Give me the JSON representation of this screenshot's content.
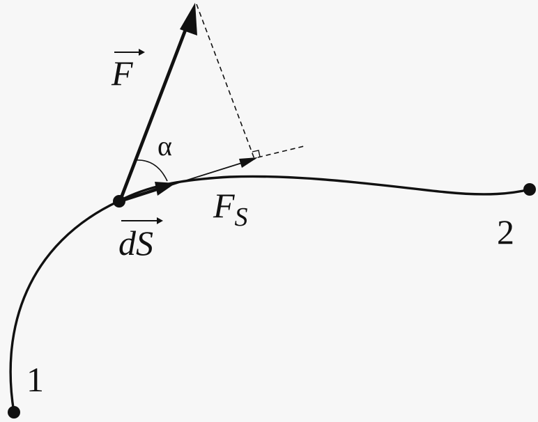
{
  "labels": {
    "force": "F",
    "displacement": "dS",
    "angle": "α",
    "projection_main": "F",
    "projection_sub": "S",
    "point_start": "1",
    "point_end": "2"
  },
  "colors": {
    "ink": "#111111",
    "background": "#f7f7f7"
  }
}
